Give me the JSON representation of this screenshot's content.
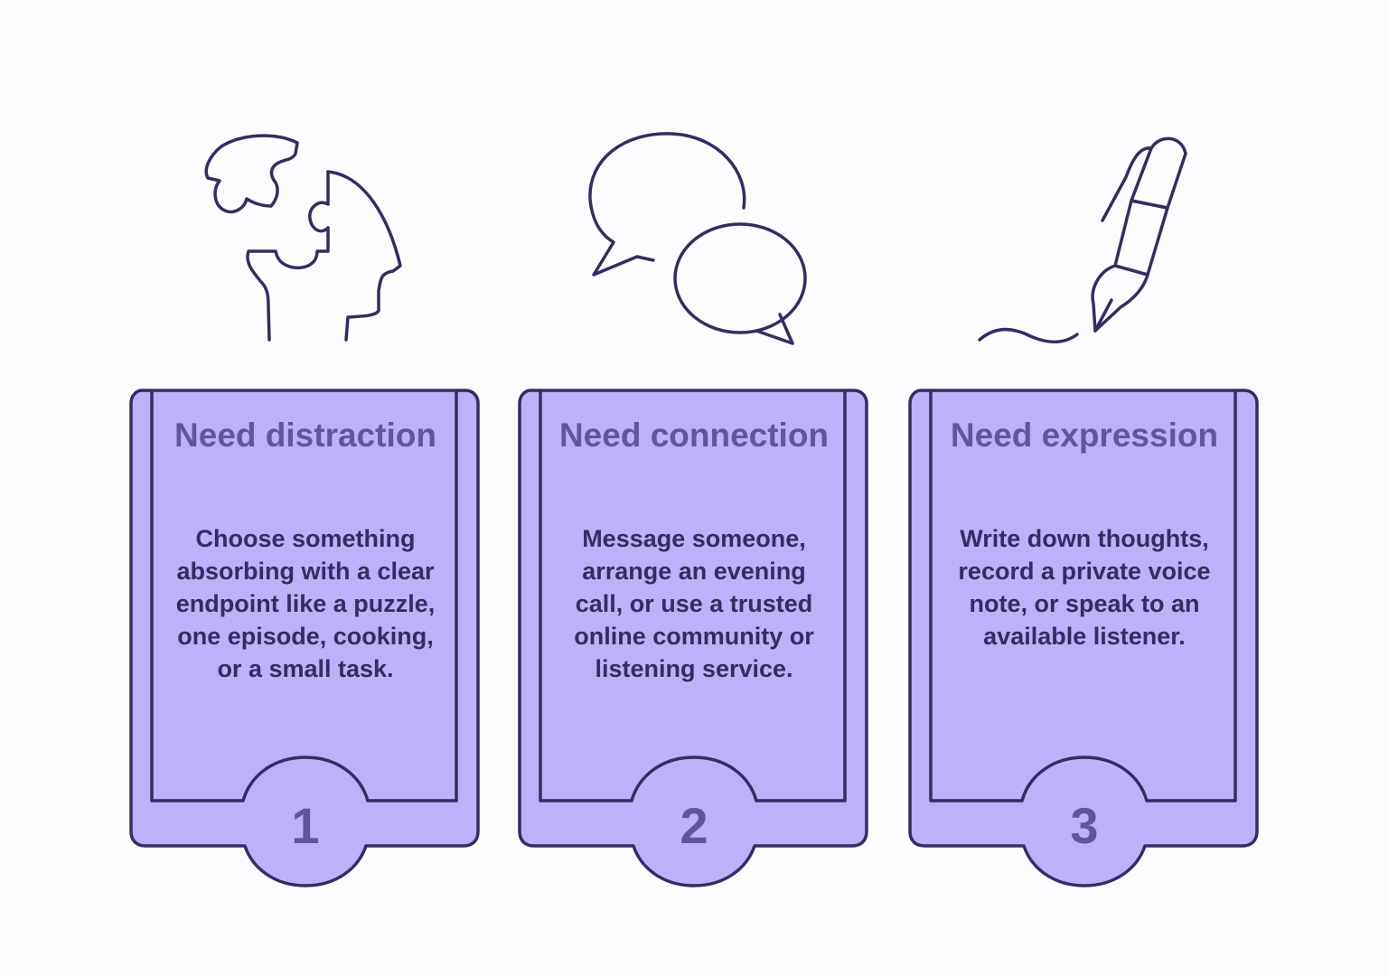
{
  "colors": {
    "background": "#fdfbfd",
    "card_fill": "#bfb0fb",
    "stroke": "#332d62",
    "title": "#5f55a2",
    "body": "#332d62"
  },
  "cards": [
    {
      "icon": "head-puzzle-icon",
      "title": "Need distraction",
      "body": "Choose something absorbing with a clear endpoint like a puzzle, one episode, cooking, or a small task.",
      "number": "1"
    },
    {
      "icon": "speech-bubbles-icon",
      "title": "Need connection",
      "body": "Message someone, arrange an evening call, or use a trusted online community or listening service.",
      "number": "2"
    },
    {
      "icon": "pen-writing-icon",
      "title": "Need expression",
      "body": "Write down thoughts, record a private voice note, or speak to an available listener.",
      "number": "3"
    }
  ]
}
